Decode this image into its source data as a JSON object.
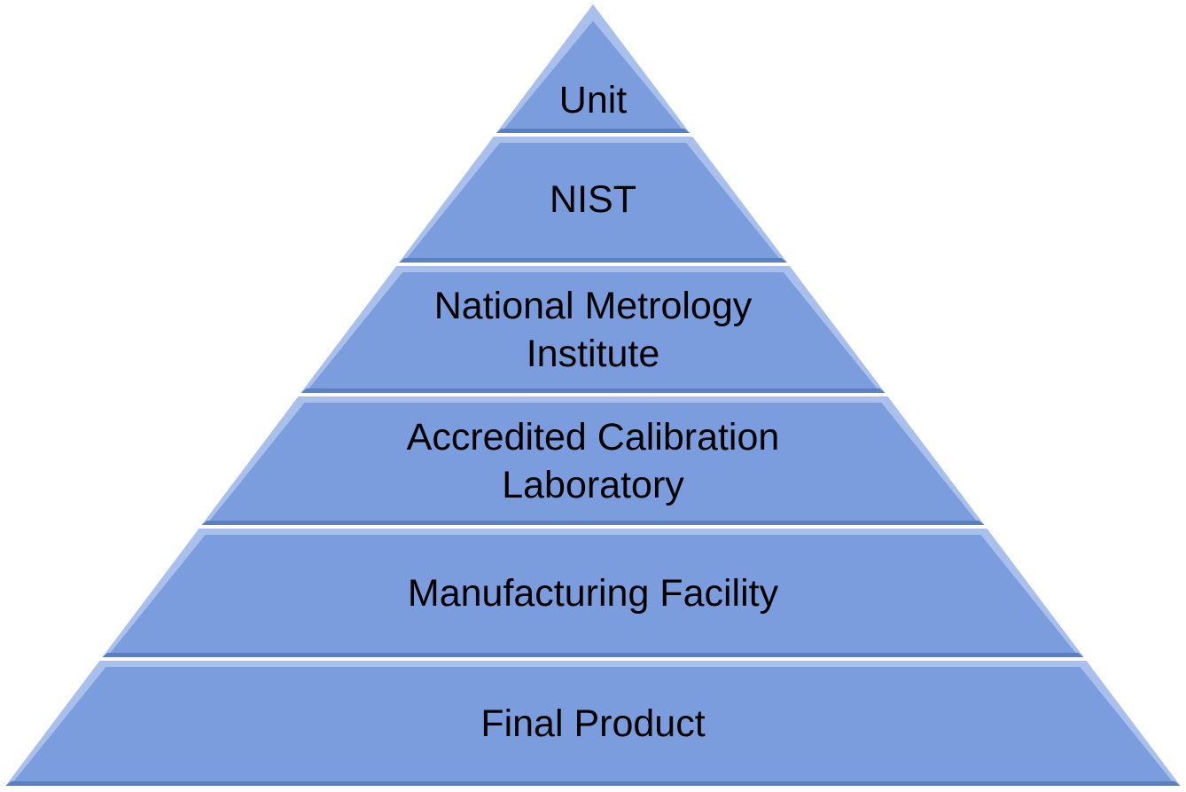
{
  "diagram": {
    "type": "pyramid",
    "fill_color": "#7B9CDD",
    "highlight_color": "#A9C0EC",
    "shadow_color": "#5C7FC4",
    "tiers": [
      {
        "label": "Unit"
      },
      {
        "label": "NIST"
      },
      {
        "label": "National Metrology\nInstitute"
      },
      {
        "label": "Accredited Calibration\nLaboratory"
      },
      {
        "label": "Manufacturing Facility"
      },
      {
        "label": "Final Product"
      }
    ]
  }
}
